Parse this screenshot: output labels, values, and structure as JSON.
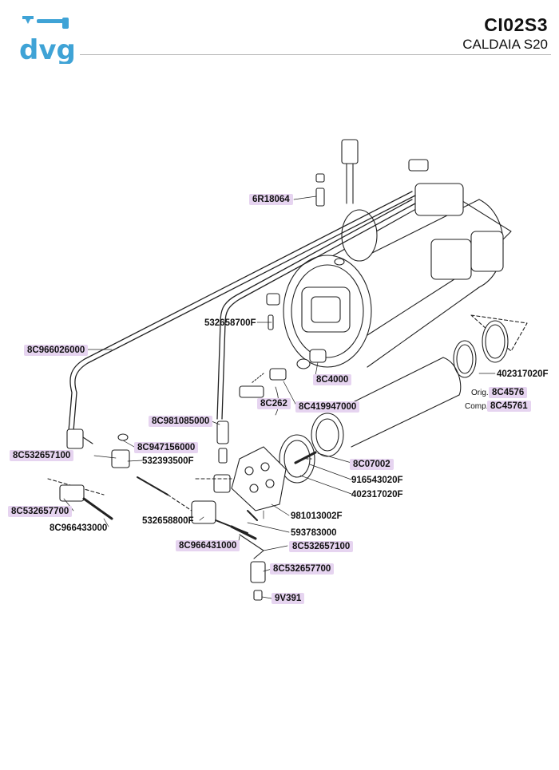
{
  "brand": {
    "logo_text": "dvg",
    "accent": "#3fa3d6",
    "highlight": "#e6d4f0"
  },
  "header": {
    "code": "CI02S3",
    "title": "CALDAIA S20"
  },
  "parts": {
    "p_6r18064": "6R18064",
    "p_532658700f": "532658700F",
    "p_8c966026000": "8C966026000",
    "p_402317020f_top": "402317020F",
    "p_8c4000": "8C4000",
    "orig_label": "Orig.",
    "p_8c4576": "8C4576",
    "comp_label": "Comp.",
    "p_8c45761": "8C45761",
    "p_8c262": "8C262",
    "p_8c419947000": "8C419947000",
    "p_8c981085000": "8C981085000",
    "p_8c947156000": "8C947156000",
    "p_8c532657100_left": "8C532657100",
    "p_532393500f": "532393500F",
    "p_8c07002": "8C07002",
    "p_916543020f": "916543020F",
    "p_402317020f_bottom": "402317020F",
    "p_8c532657700_left": "8C532657700",
    "p_981013002f": "981013002F",
    "p_532658800f": "532658800F",
    "p_8c966433000": "8C966433000",
    "p_593783000": "593783000",
    "p_8c966431000": "8C966431000",
    "p_8c532657100_right": "8C532657100",
    "p_8c532657700_bottom": "8C532657700",
    "p_9v391": "9V391"
  }
}
